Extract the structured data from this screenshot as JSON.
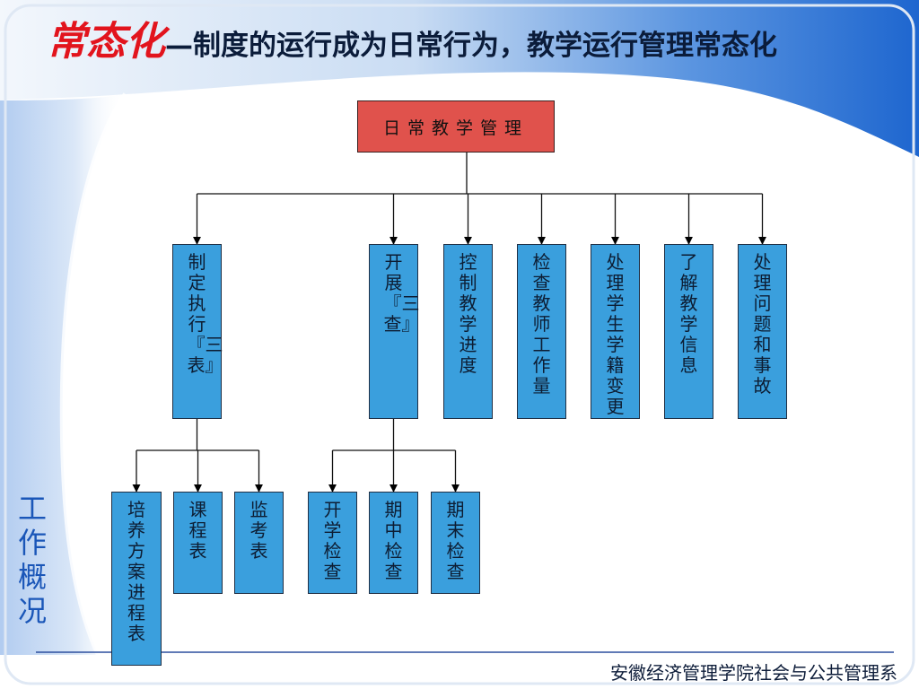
{
  "title": {
    "highlight": "常态化",
    "rest": "—制度的运行成为日常行为，教学运行管理常态化"
  },
  "root": "日常教学管理",
  "level1": [
    {
      "id": "n1",
      "label": "制定执行『三表』"
    },
    {
      "id": "n2",
      "label": "开展『三查』"
    },
    {
      "id": "n3",
      "label": "控制教学进度"
    },
    {
      "id": "n4",
      "label": "检查教师工作量"
    },
    {
      "id": "n5",
      "label": "处理学生学籍变更"
    },
    {
      "id": "n6",
      "label": "了解教学信息"
    },
    {
      "id": "n7",
      "label": "处理问题和事故"
    }
  ],
  "level2": [
    {
      "id": "m1",
      "parent": "n1",
      "label": "培养方案进程表"
    },
    {
      "id": "m2",
      "parent": "n1",
      "label": "课程表"
    },
    {
      "id": "m3",
      "parent": "n1",
      "label": "监考表"
    },
    {
      "id": "m4",
      "parent": "n2",
      "label": "开学检查"
    },
    {
      "id": "m5",
      "parent": "n2",
      "label": "期中检查"
    },
    {
      "id": "m6",
      "parent": "n2",
      "label": "期末检查"
    }
  ],
  "side_label": "工作概况",
  "footer": "安徽经济管理学院社会与公共管理系",
  "colors": {
    "node_fill": "#3a9fdd",
    "root_fill": "#e0524c",
    "title_highlight": "#e2141d",
    "banner_blue": "#1f6fd6",
    "side_text": "#1a56b8"
  }
}
